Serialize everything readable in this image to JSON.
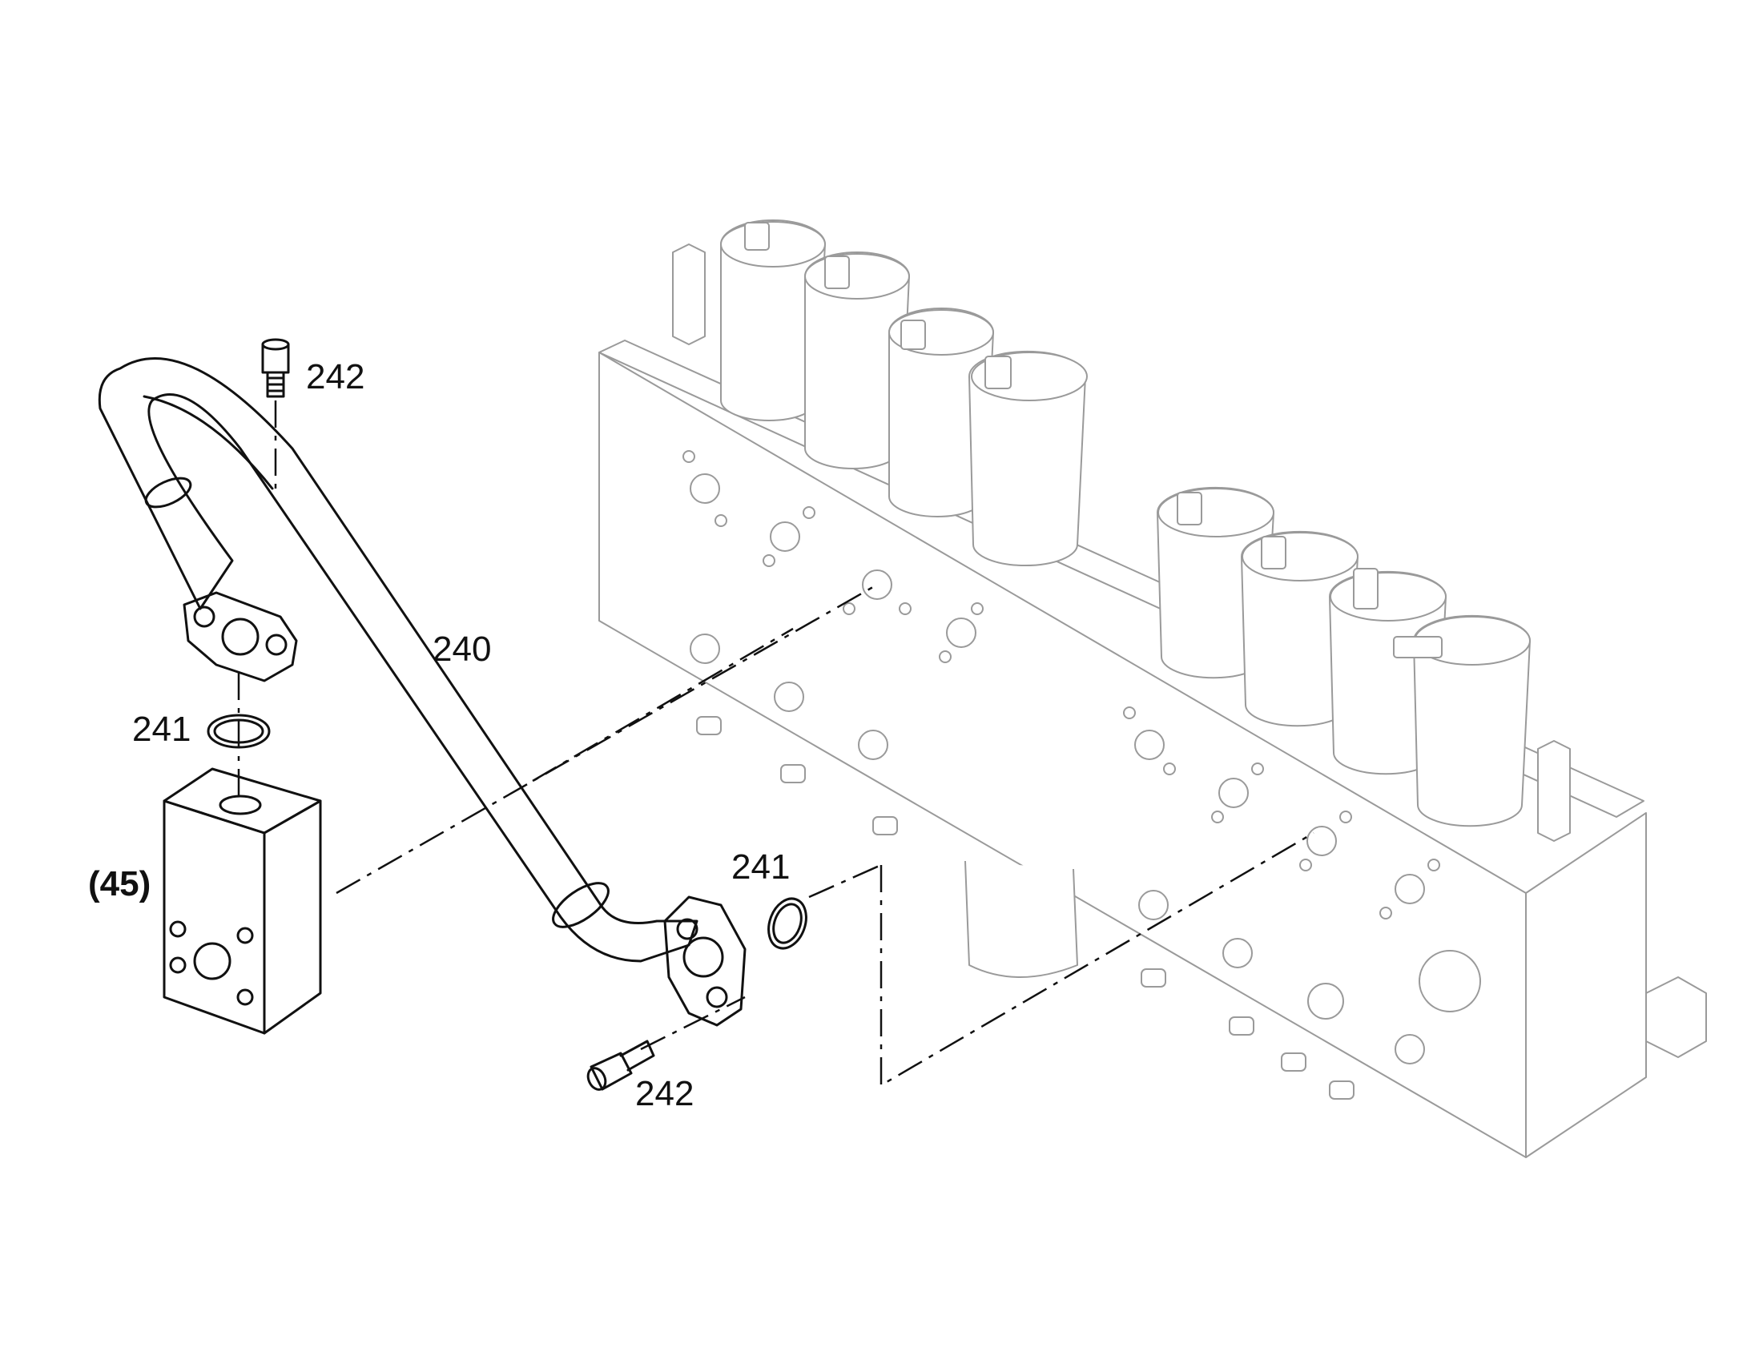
{
  "callouts": {
    "bolt_top": "242",
    "tube": "240",
    "oring_left": "241",
    "block": "(45)",
    "oring_right": "241",
    "bolt_bottom": "242"
  },
  "colors": {
    "line": "#111111",
    "background_part": "#9a9a9a",
    "background": "#ffffff"
  }
}
